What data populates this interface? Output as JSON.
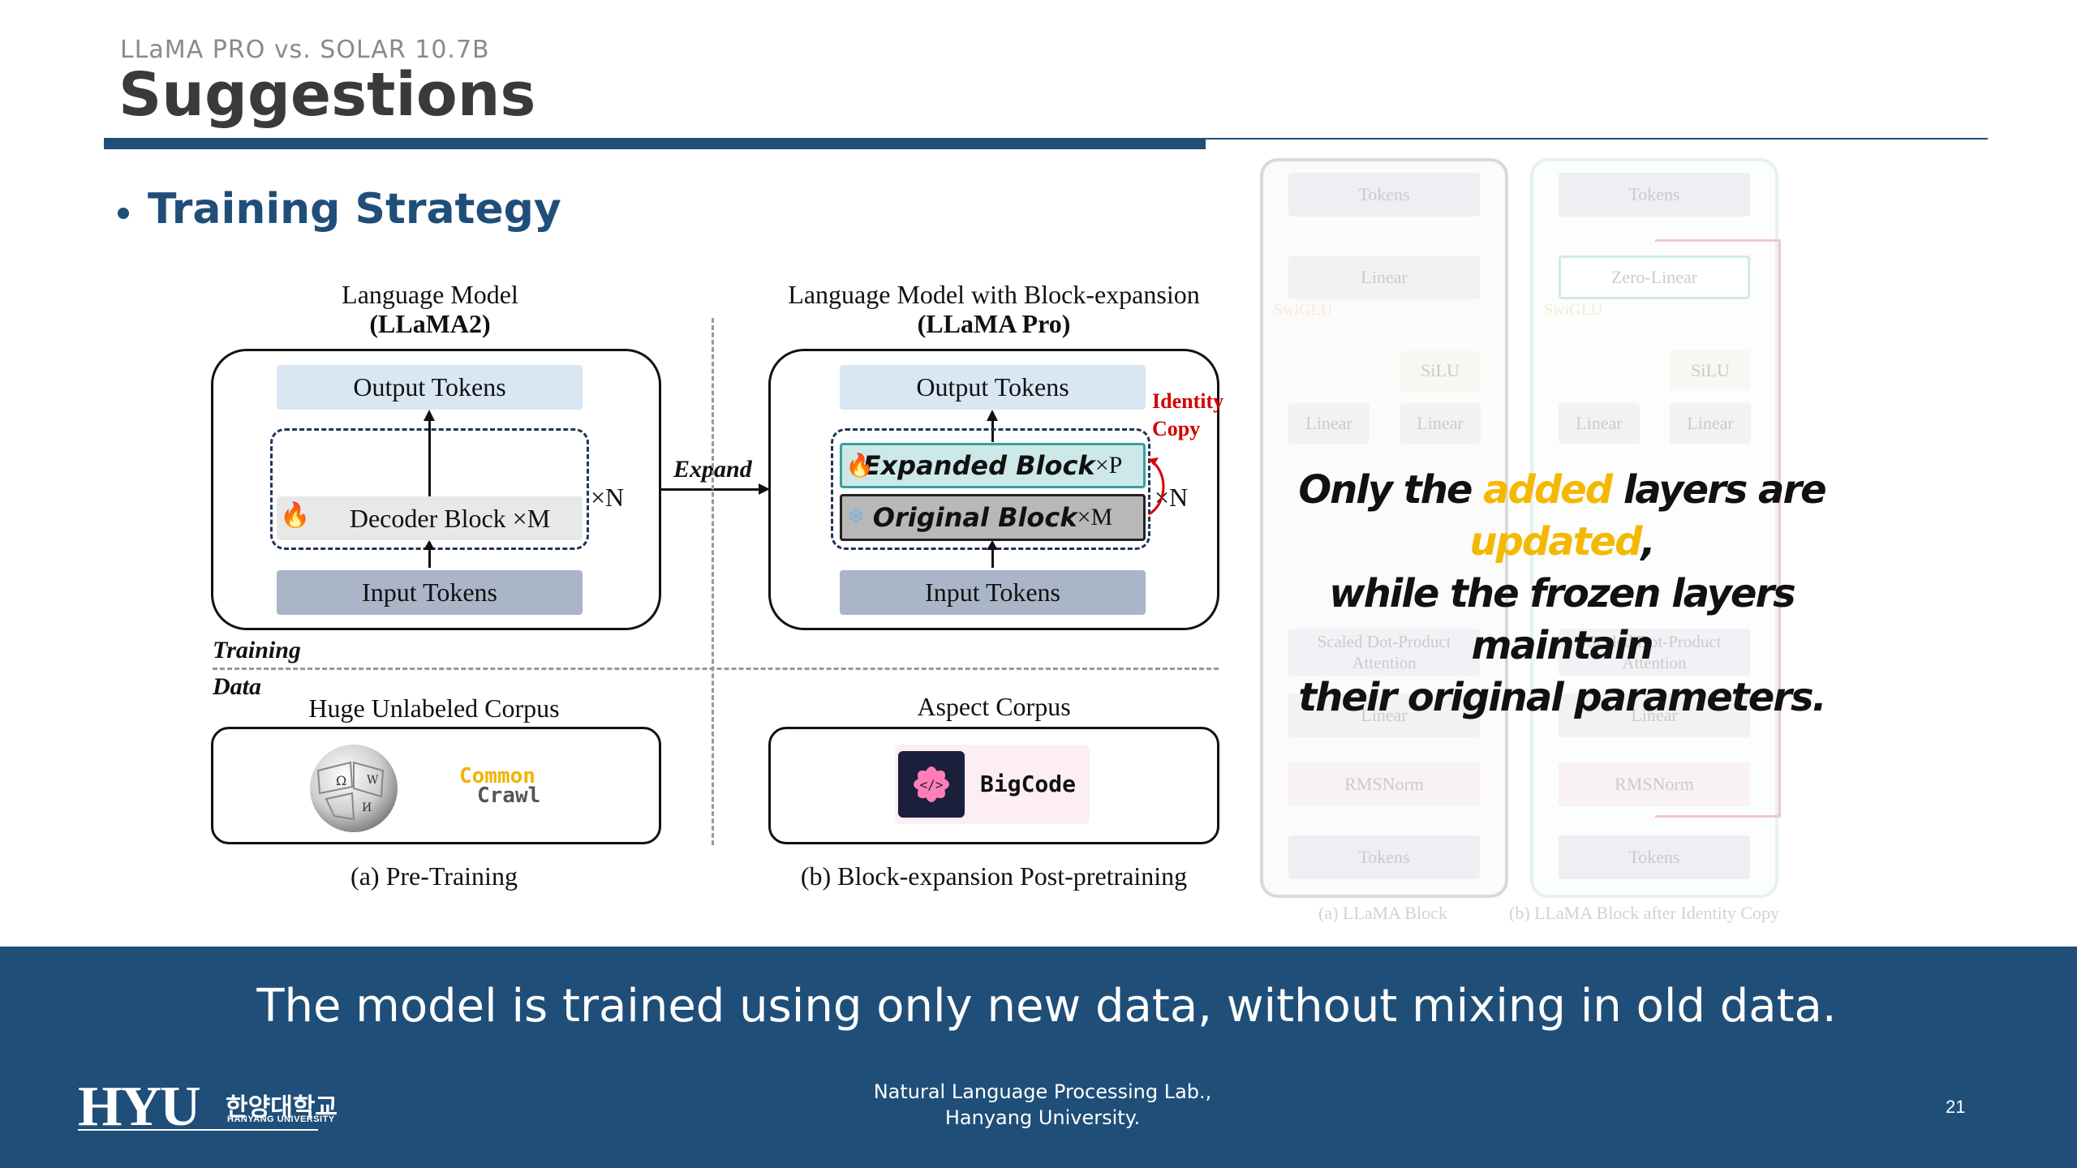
{
  "header": {
    "subtitle": "LLaMA PRO vs. SOLAR 10.7B",
    "title": "Suggestions"
  },
  "bullet": {
    "text": "Training Strategy"
  },
  "figure": {
    "left_title_line1": "Language Model",
    "left_title_line2": "(LLaMA2)",
    "right_title_line1": "Language Model with Block-expansion",
    "right_title_line2": "(LLaMA Pro)",
    "output_tokens": "Output Tokens",
    "input_tokens": "Input Tokens",
    "decoder_block": "Decoder Block ×M",
    "times_n": "×N",
    "expand": "Expand",
    "identity": "Identity",
    "copy": "Copy",
    "expanded_block": "Expanded Block",
    "expanded_suffix": "×P",
    "original_block": "Original Block",
    "original_suffix": "×M",
    "training": "Training",
    "data": "Data",
    "huge_corpus": "Huge Unlabeled Corpus",
    "aspect_corpus": "Aspect Corpus",
    "common": "Common",
    "crawl": "Crawl",
    "bigcode": "BigCode",
    "caption_a": "(a) Pre-Training",
    "caption_b": "(b) Block-expansion Post-pretraining"
  },
  "faded_diagram": {
    "tokens": "Tokens",
    "linear": "Linear",
    "zero_linear": "Zero-Linear",
    "swiglu": "SwiGLU",
    "silu": "SiLU",
    "sdpa_line1": "Scaled Dot-Product",
    "sdpa_line2": "Attention",
    "rmsnorm": "RMSNorm",
    "caption_a": "(a) LLaMA Block",
    "caption_b": "(b) LLaMA Block after Identity Copy"
  },
  "overlay": {
    "line1_a": "Only the ",
    "line1_added": "added",
    "line1_b": " layers are ",
    "line1_updated": "updated",
    "line1_c": ",",
    "line2": "while the frozen layers maintain",
    "line3": "their original parameters."
  },
  "footer": {
    "message": "The model is trained using only new data, without mixing in old data.",
    "lab_line1": "Natural Language Processing Lab.,",
    "lab_line2": "Hanyang University.",
    "page_number": "21",
    "logo_text": "HYU",
    "logo_korean": "한양대학교",
    "logo_english": "HANYANG UNIVERSITY"
  },
  "colors": {
    "brand_blue": "#1f4e79",
    "highlight_yellow": "#f5b800",
    "identity_red": "#d40000"
  }
}
